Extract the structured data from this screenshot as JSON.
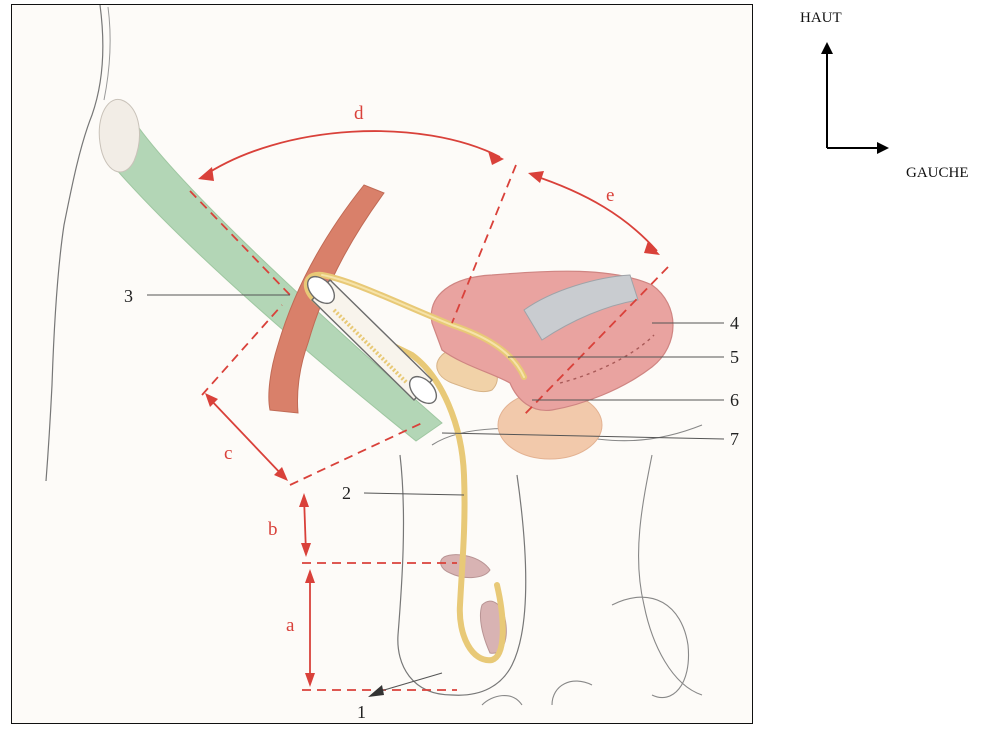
{
  "orientation": {
    "up_label": "HAUT",
    "left_label": "GAUCHE"
  },
  "diagram": {
    "numeric_labels": [
      "1",
      "2",
      "3",
      "4",
      "5",
      "6",
      "7"
    ],
    "dimension_labels": [
      "a",
      "b",
      "c",
      "d",
      "e"
    ]
  },
  "colors": {
    "dimension_red": "#d9413a",
    "vas_deferens": "#e8c977",
    "external_iliac_artery": "#d9806a",
    "bladder": "#e9a3a0",
    "ligament_green": "#9cc9a3",
    "prostate": "#f2c9ab"
  }
}
